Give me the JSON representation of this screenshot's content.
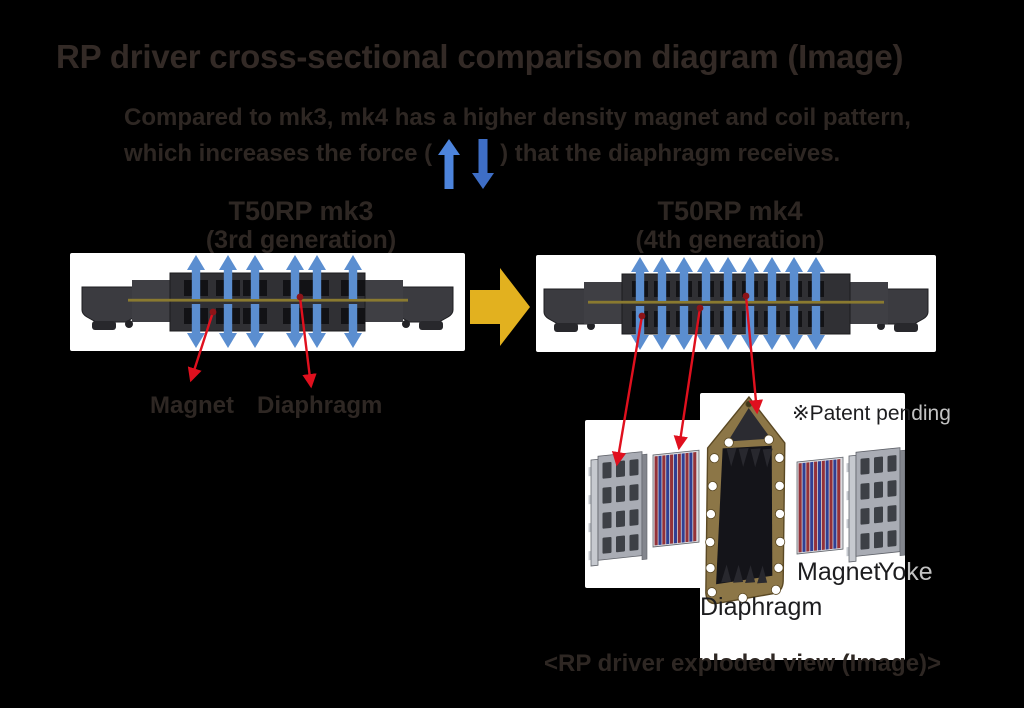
{
  "title": "RP driver cross-sectional comparison diagram (Image)",
  "subtitle": {
    "line1": "Compared to mk3, mk4 has a higher density magnet and coil pattern,",
    "line2_prefix": "which increases the force (",
    "line2_suffix": ") that the diaphragm receives."
  },
  "mk3": {
    "model": "T50RP mk3",
    "generation": "(3rd generation)",
    "arrow_count": 6,
    "callouts": {
      "magnet": "Magnet",
      "diaphragm": "Diaphragm"
    }
  },
  "mk4": {
    "model": "T50RP mk4",
    "generation": "(4th generation)",
    "arrow_count": 9
  },
  "exploded": {
    "patent_note": {
      "on_panel": "※Patent pen",
      "on_background": "ding"
    },
    "labels": {
      "magnet": "Magnet",
      "yoke_on_panel": "Yo",
      "yoke_on_background": "ke",
      "diaphragm": "Diaphragm"
    },
    "caption": "<RP driver exploded view (Image)>"
  },
  "colors": {
    "bg": "#000000",
    "ink": "#2e2723",
    "ink-strong": "#332a26",
    "panel": "#ffffff",
    "ink-on-white": "#1d1d1f",
    "ink-ghost": "#c2c2c2",
    "accent-red": "#e0101e",
    "accent-red-dot": "#8c1418",
    "arrow-blue": "#5b8ed0",
    "arrow-up-blue": "#4d84dc",
    "arrow-down-blue": "#3e6ec6",
    "highlight-yellow": "#e2b11f",
    "diaphragm-olive": "#8a7a30"
  }
}
